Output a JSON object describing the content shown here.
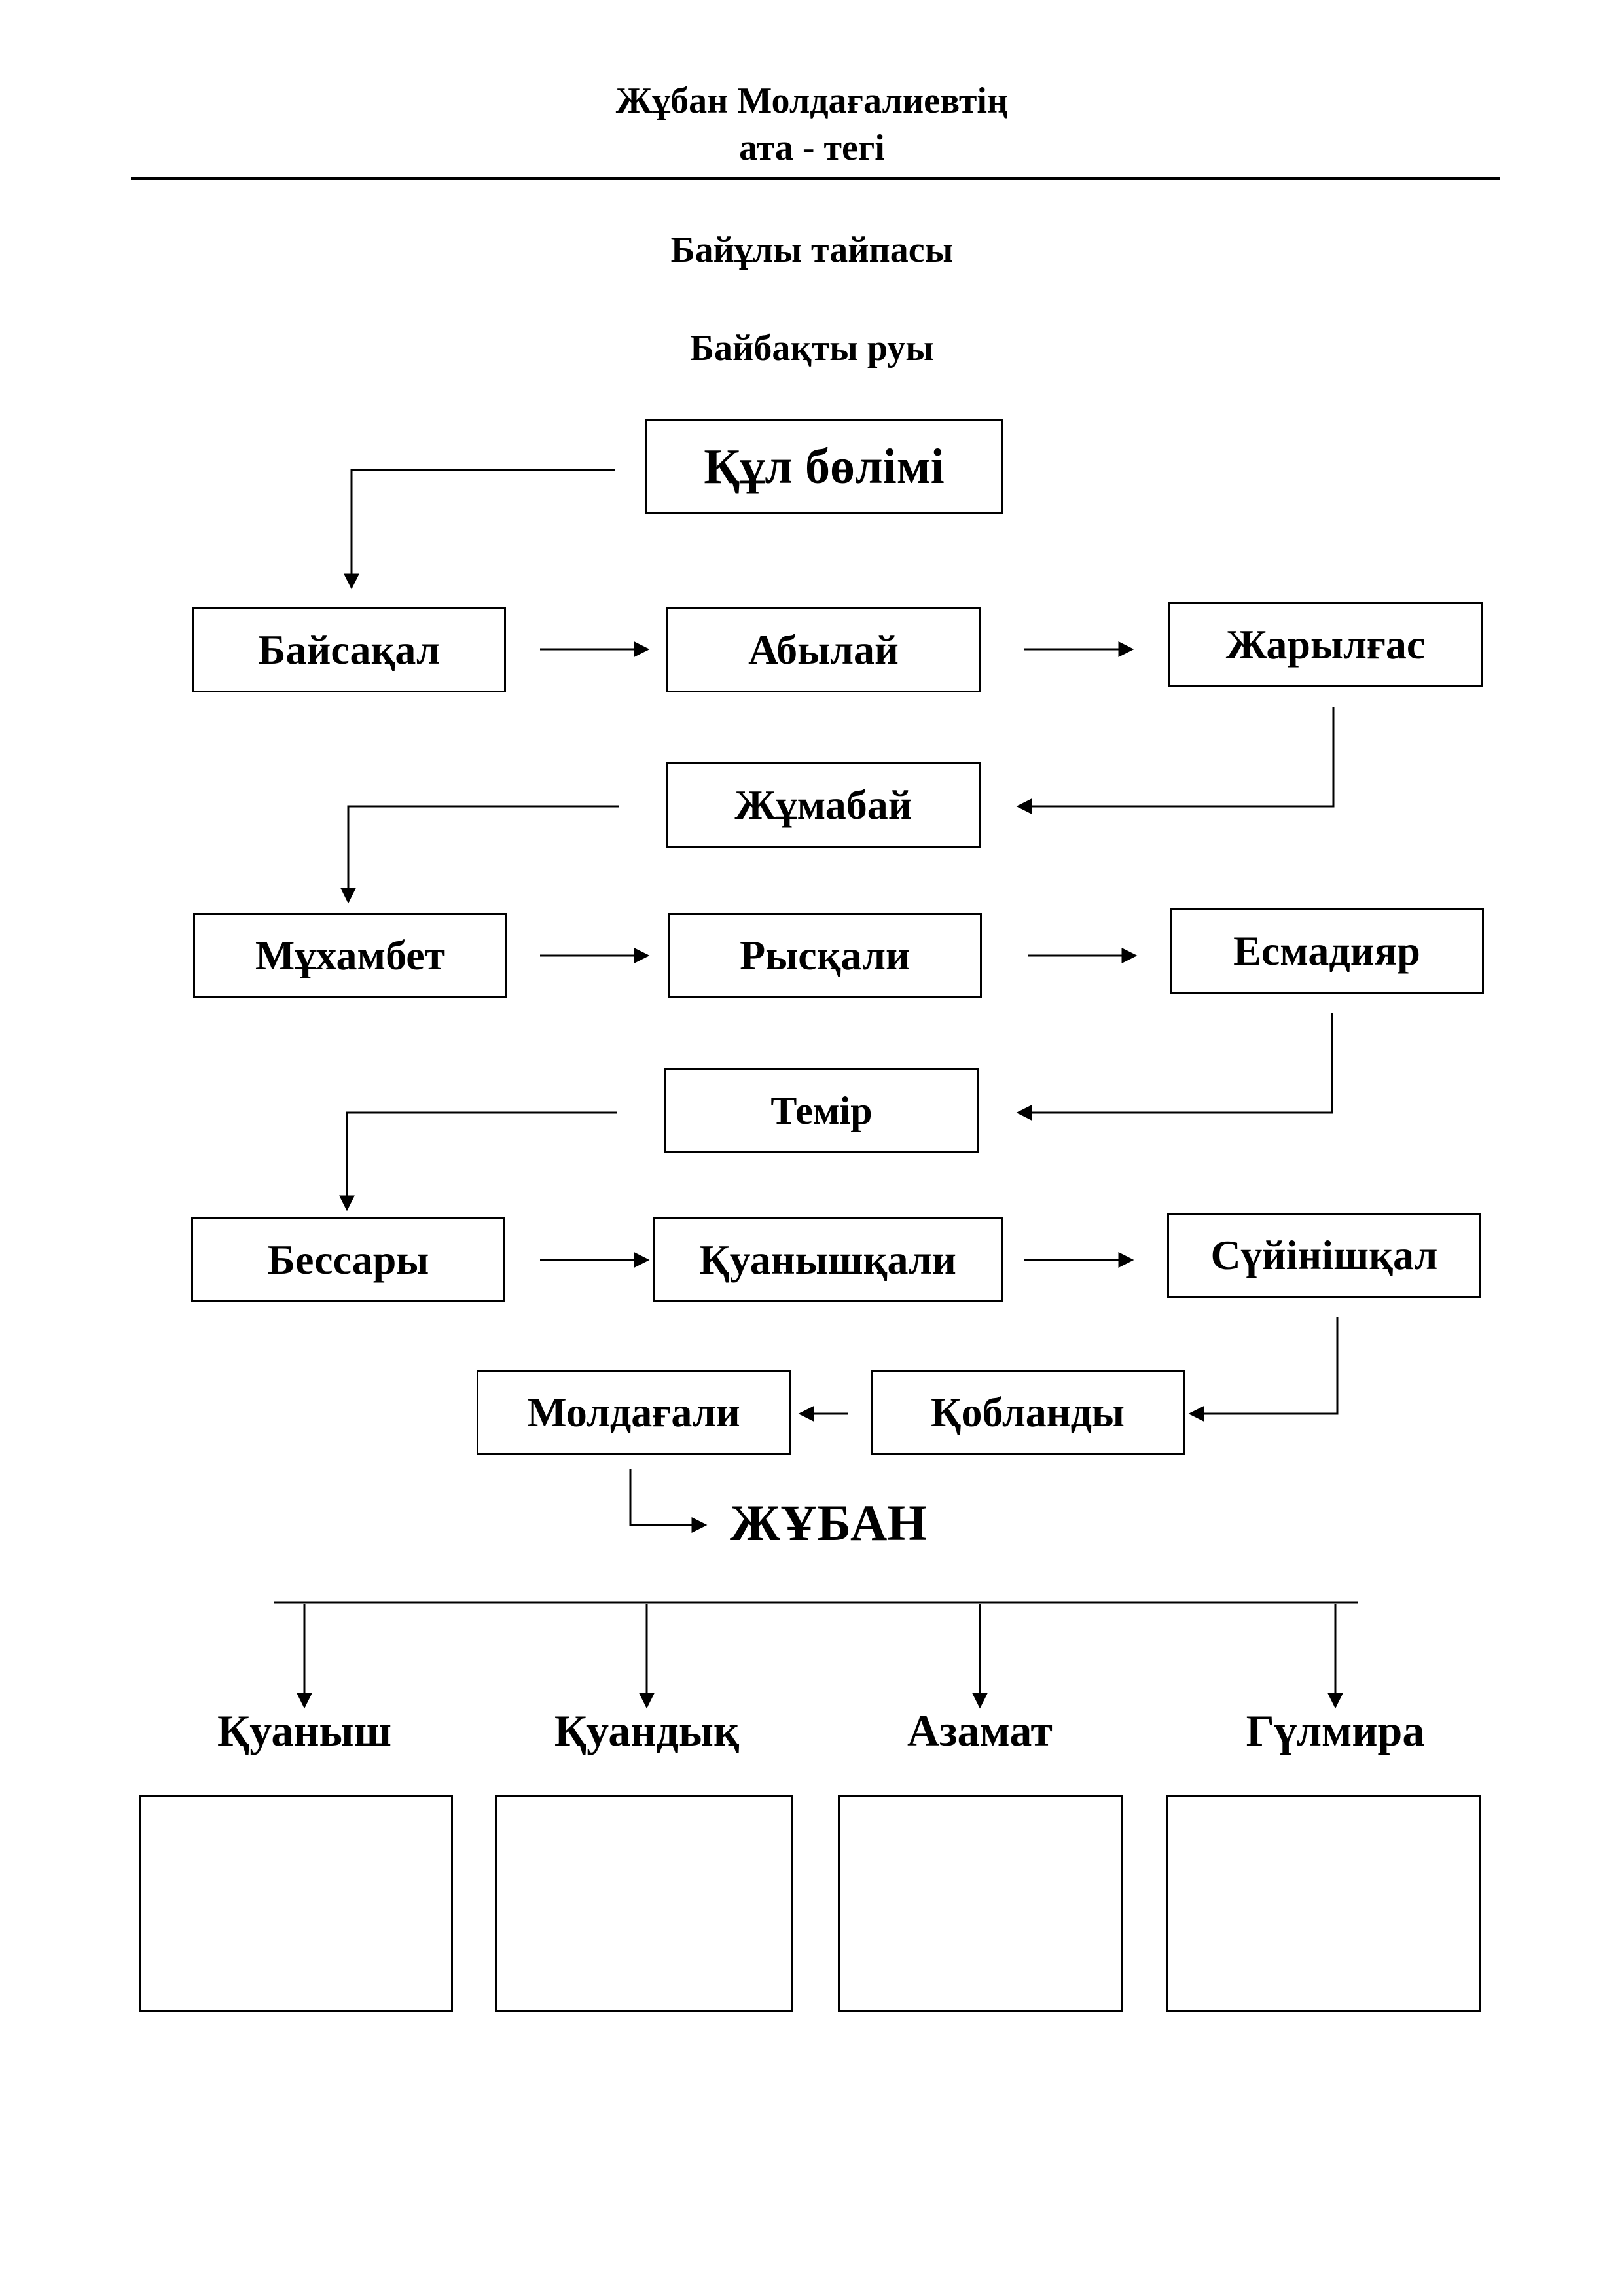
{
  "header": {
    "title_line1": "Жұбан Молдағалиевтің",
    "title_line2": "ата - тегі"
  },
  "tribe": "Байұлы тайпасы",
  "clan": "Байбақты руы",
  "branch": "Құл бөлімі",
  "ancestors": {
    "baisakal": "Байсақал",
    "abylai": "Абылай",
    "zharylgas": "Жарылғас",
    "zhumabai": "Жұмабай",
    "mukhambet": "Мұхамбет",
    "rysqali": "Рысқали",
    "esmadiyar": "Есмадияр",
    "temir": "Темір",
    "bessary": "Бессары",
    "quanyshqali": "Қуанышқали",
    "suinishqal": "Сүйінішқал",
    "qoblandy": "Қобланды",
    "moldagali": "Молдағали"
  },
  "root_person": "ЖҰБАН",
  "children": [
    "Қуаныш",
    "Қуандық",
    "Азамат",
    "Гүлмира"
  ]
}
